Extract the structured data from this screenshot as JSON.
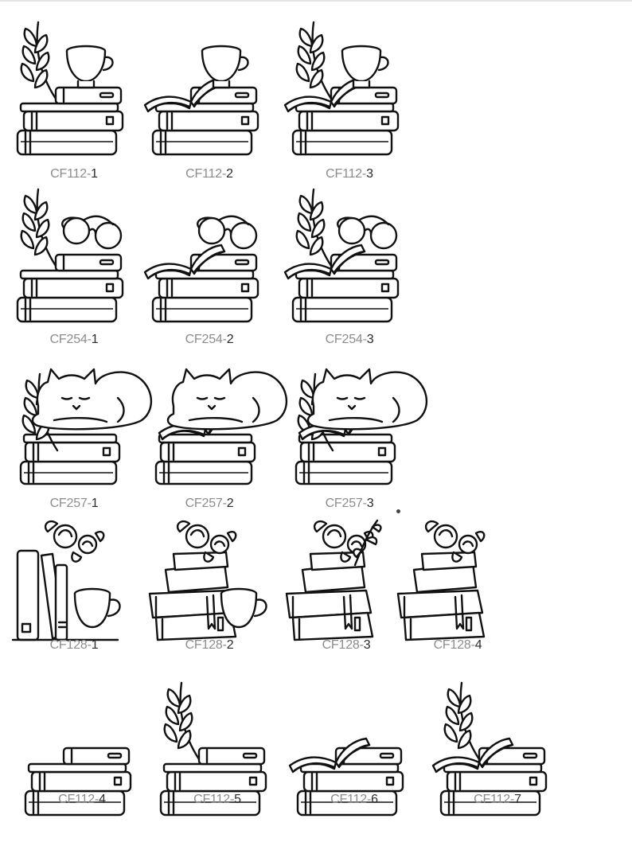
{
  "page": {
    "background": "#ffffff",
    "line_color": "#111111",
    "code_color": "#8c8c8c",
    "suffix_color": "#2b2b2b"
  },
  "rows": [
    {
      "items": [
        {
          "code": "CF112-",
          "variant": "1",
          "parts": [
            "book-stack",
            "plant",
            "coffee-cup"
          ]
        },
        {
          "code": "CF112-",
          "variant": "2",
          "parts": [
            "book-stack",
            "open-book",
            "coffee-cup"
          ]
        },
        {
          "code": "CF112-",
          "variant": "3",
          "parts": [
            "book-stack",
            "plant",
            "open-book",
            "coffee-cup"
          ]
        }
      ]
    },
    {
      "items": [
        {
          "code": "CF254-",
          "variant": "1",
          "parts": [
            "book-stack",
            "plant",
            "glasses"
          ]
        },
        {
          "code": "CF254-",
          "variant": "2",
          "parts": [
            "book-stack",
            "open-book",
            "glasses"
          ]
        },
        {
          "code": "CF254-",
          "variant": "3",
          "parts": [
            "book-stack",
            "plant",
            "open-book",
            "glasses"
          ]
        }
      ]
    },
    {
      "items": [
        {
          "code": "CF257-",
          "variant": "1",
          "parts": [
            "book-stack",
            "plant",
            "cat"
          ]
        },
        {
          "code": "CF257-",
          "variant": "2",
          "parts": [
            "book-stack",
            "open-book",
            "cat"
          ]
        },
        {
          "code": "CF257-",
          "variant": "3",
          "parts": [
            "book-stack",
            "plant",
            "open-book",
            "cat"
          ]
        }
      ]
    },
    {
      "items": [
        {
          "code": "CF128-",
          "variant": "1",
          "parts": [
            "standing-books",
            "flowers",
            "mug"
          ]
        },
        {
          "code": "CF128-",
          "variant": "2",
          "parts": [
            "angled-stack",
            "flowers",
            "mug"
          ]
        },
        {
          "code": "CF128-",
          "variant": "3",
          "parts": [
            "angled-stack",
            "flowers",
            "sprig"
          ]
        },
        {
          "code": "CF128-",
          "variant": "4",
          "parts": [
            "angled-stack",
            "flowers"
          ]
        }
      ]
    },
    {
      "items": [
        {
          "code": "CF112-",
          "variant": "4",
          "parts": [
            "book-stack"
          ]
        },
        {
          "code": "CF112-",
          "variant": "5",
          "parts": [
            "book-stack",
            "plant"
          ]
        },
        {
          "code": "CF112-",
          "variant": "6",
          "parts": [
            "book-stack",
            "open-book"
          ]
        },
        {
          "code": "CF112-",
          "variant": "7",
          "parts": [
            "book-stack",
            "plant",
            "open-book"
          ]
        }
      ]
    }
  ]
}
